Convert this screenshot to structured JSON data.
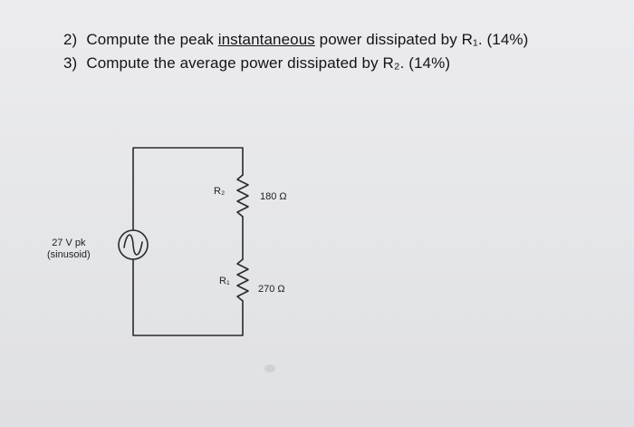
{
  "questions": [
    {
      "number": "2)",
      "before": "Compute the peak ",
      "underlined": "instantaneous",
      "after": " power dissipated by R₁. (14%)"
    },
    {
      "number": "3)",
      "text": "Compute the average power dissipated by R₂. (14%)"
    }
  ],
  "circuit": {
    "source_value": "27 V pk",
    "source_type": "(sinusoid)",
    "r2_label": "R₂",
    "r2_value": "180 Ω",
    "r1_label": "R₁",
    "r1_value": "270 Ω"
  }
}
